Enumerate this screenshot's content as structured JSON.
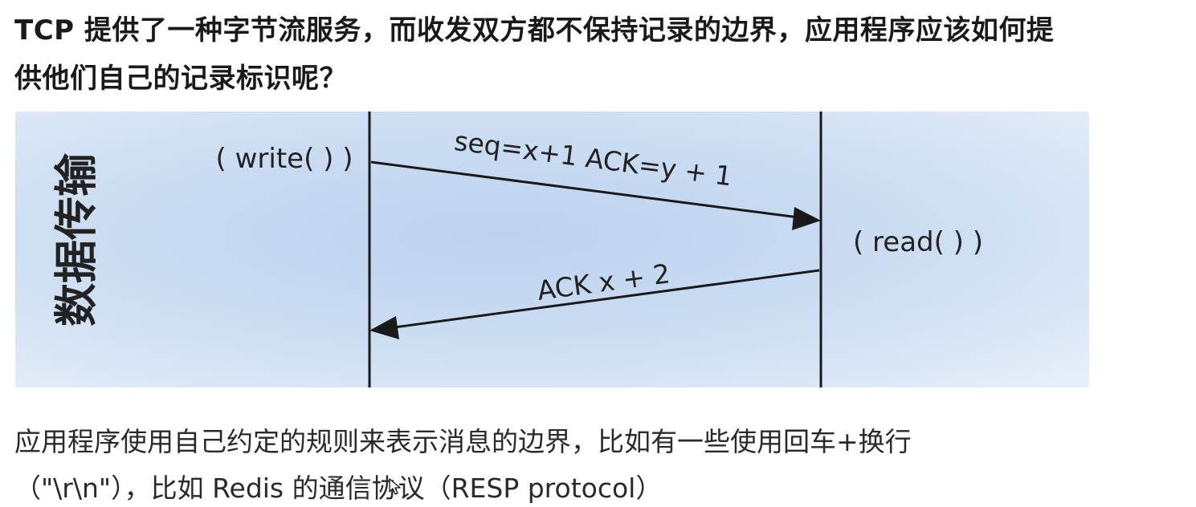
{
  "question": {
    "line1": "TCP 提供了一种字节流服务，而收发双方都不保持记录的边界，应用程序应该如何提",
    "line2": "供他们自己的记录标识呢？"
  },
  "diagram": {
    "side_label": "数据传输",
    "sender_label": "( write( ) )",
    "receiver_label": "( read( ) )",
    "msg1_label": "seq=x+1 ACK=y + 1",
    "msg2_label": "ACK x + 2",
    "colors": {
      "background_center": "#bcd2ef",
      "background_edge": "#e6eef9",
      "line": "#1a1a1a"
    }
  },
  "answer": {
    "line1": "应用程序使用自己约定的规则来表示消息的边界，比如有一些使用回车+换行",
    "line2": "（\"\\r\\n\"），比如 Redis 的通信协议（RESP protocol）"
  },
  "cursor": {
    "icon": "arrow-cursor-icon"
  }
}
